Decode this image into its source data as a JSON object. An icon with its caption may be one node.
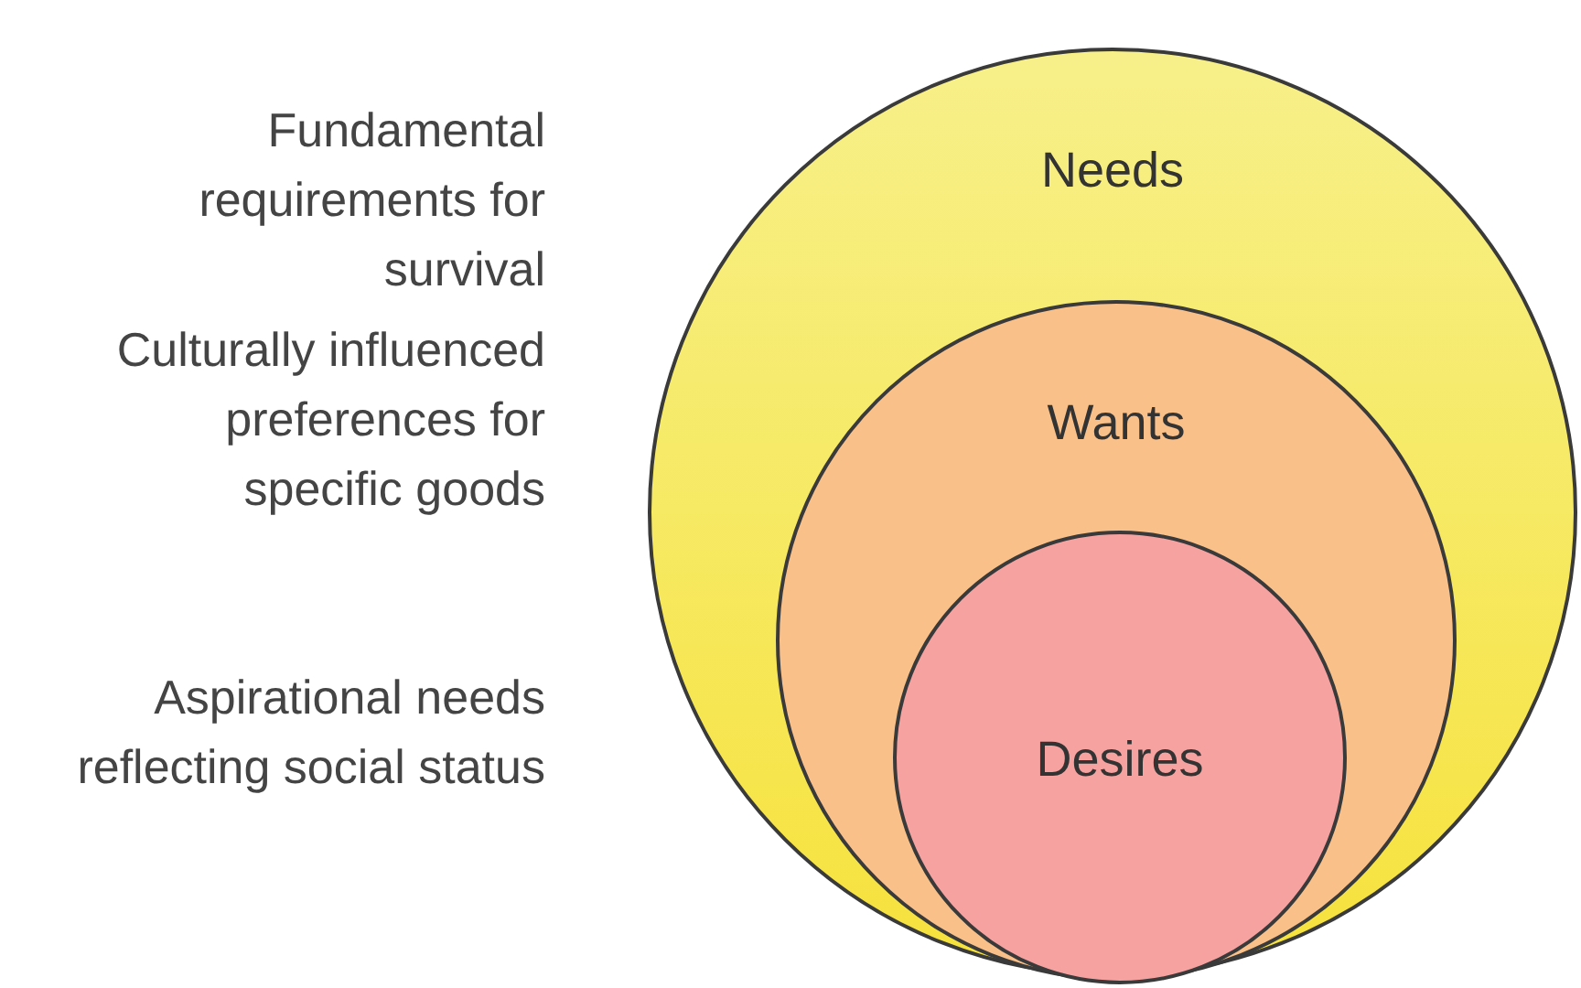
{
  "diagram": {
    "nodes": [
      {
        "text": [
          "Needs"
        ]
      },
      {
        "text": [
          "Wants"
        ],
        "in": 0
      },
      {
        "text": [
          "Desires"
        ],
        "in": 1
      }
    ],
    "edges": [],
    "labels": [
      "Fundamental requirements for survival",
      "Culturally influenced preferences for specific goods",
      "Aspirational needs reflecting social status"
    ]
  }
}
